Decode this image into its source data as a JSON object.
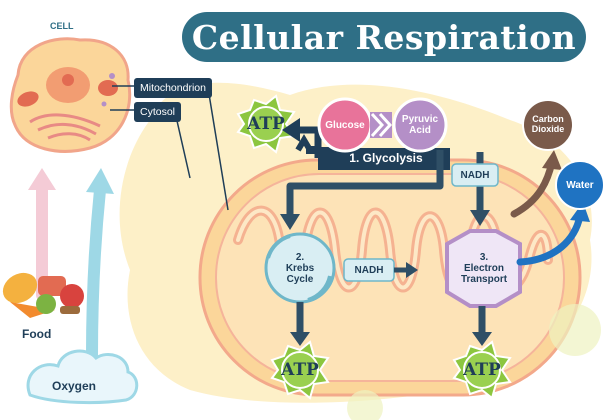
{
  "title": "Cellular Respiration",
  "cell": {
    "label": "CELL",
    "mitochondrion_label": "Mitochondrion",
    "cytosol_label": "Cytosol"
  },
  "inputs": {
    "food_label": "Food",
    "oxygen_label": "Oxygen"
  },
  "glycolysis": {
    "glucose_label": "Glucose",
    "pyruvic_label": "Pyruvic\nAcid",
    "step_label": "1. Glycolysis"
  },
  "krebs": {
    "label": "2.\nKrebs\nCycle"
  },
  "electron": {
    "label": "3.\nElectron\nTransport"
  },
  "nadh_top": "NADH",
  "nadh_mid": "NADH",
  "atp_label": "ATP",
  "outputs": {
    "carbon_dioxide_label": "Carbon\nDioxide",
    "water_label": "Water"
  },
  "colors": {
    "banner": "#2f6f86",
    "navy": "#1f3e58",
    "mito_outer": "#fbd69a",
    "cytosol": "#fdf0c8",
    "atp_green": "#8cc63f",
    "glucose_pink": "#e8739a",
    "pyruvic_purple": "#b48fc7",
    "co2_brown": "#7a5a4a",
    "water_blue": "#1f73c2"
  }
}
